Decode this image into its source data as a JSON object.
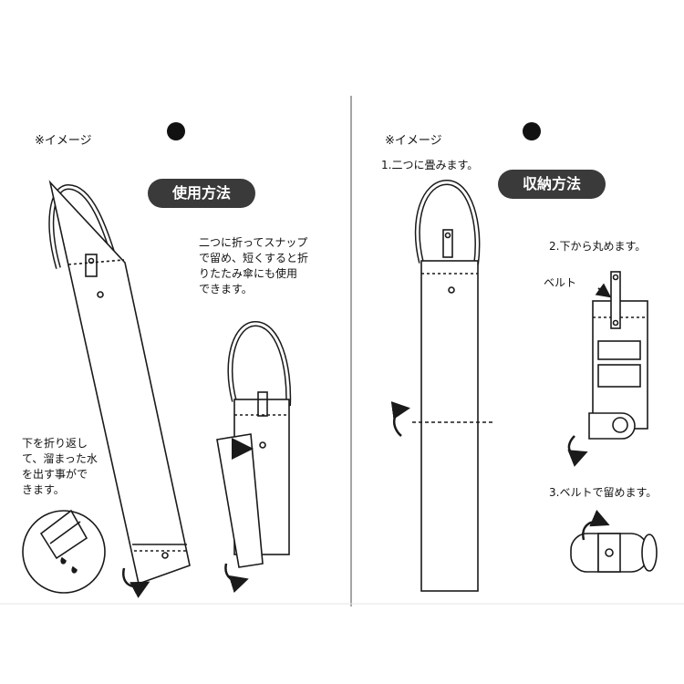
{
  "left_panel": {
    "note": "※イメージ",
    "title": "使用方法",
    "usage_text": [
      "二つに折ってスナップ",
      "で留め、短くすると折",
      "りたたみ傘にも使用",
      "できます。"
    ],
    "drain_text": [
      "下を折り返し",
      "て、溜まった水",
      "を出す事がで",
      "きます。"
    ]
  },
  "right_panel": {
    "note": "※イメージ",
    "title": "収納方法",
    "step1": "1.二つに畳みます。",
    "step2": "2.下から丸めます。",
    "belt_label": "ベルト",
    "step3": "3.ベルトで留めます。"
  },
  "colors": {
    "pill": "#3a3a3a",
    "line": "#1a1a1a",
    "dot": "#111111"
  }
}
